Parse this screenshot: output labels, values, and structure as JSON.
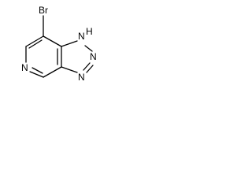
{
  "molecule": {
    "atoms": {
      "br": "Br",
      "n1": "N",
      "h1": "H",
      "n2": "N",
      "n3": "N",
      "n_pyridine": "N"
    }
  }
}
